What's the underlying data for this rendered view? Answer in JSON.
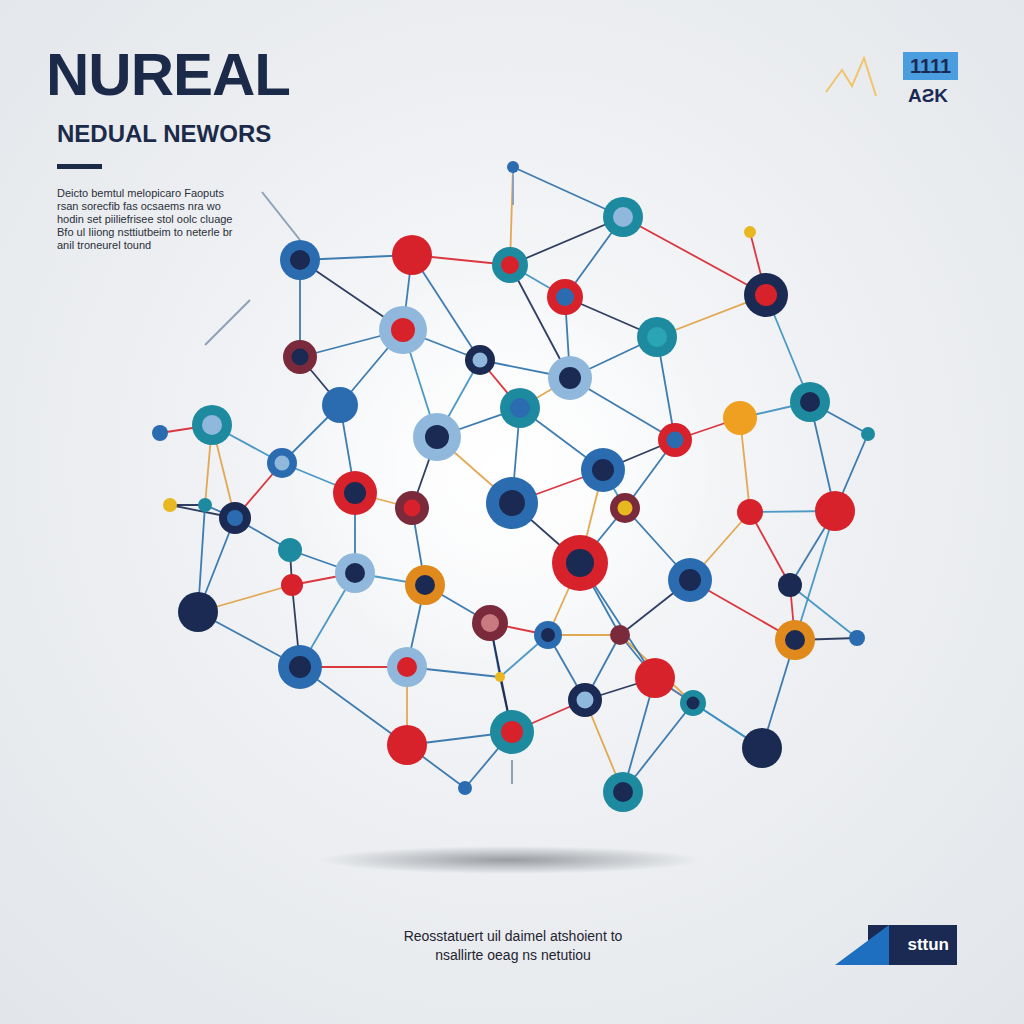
{
  "diagram": {
    "title": "NUREAL",
    "caption": "Reosstatuert uil daimel atshoient to nsallirte oeag ns netutiou",
    "nodes": [
      {
        "text": [
          "sttun"
        ]
      }
    ],
    "labels": [
      "NEDUAL NEWORS",
      "Deicto bemtul melopicaro Faoputs rsan sorecfib fas ocsaems nra wo hodin set piiliefrisee stol oolc cluage Bfo ul Iiiong nsttiutbeim to neterle br anil troneurel tound",
      "1111",
      "AƧK"
    ]
  }
}
